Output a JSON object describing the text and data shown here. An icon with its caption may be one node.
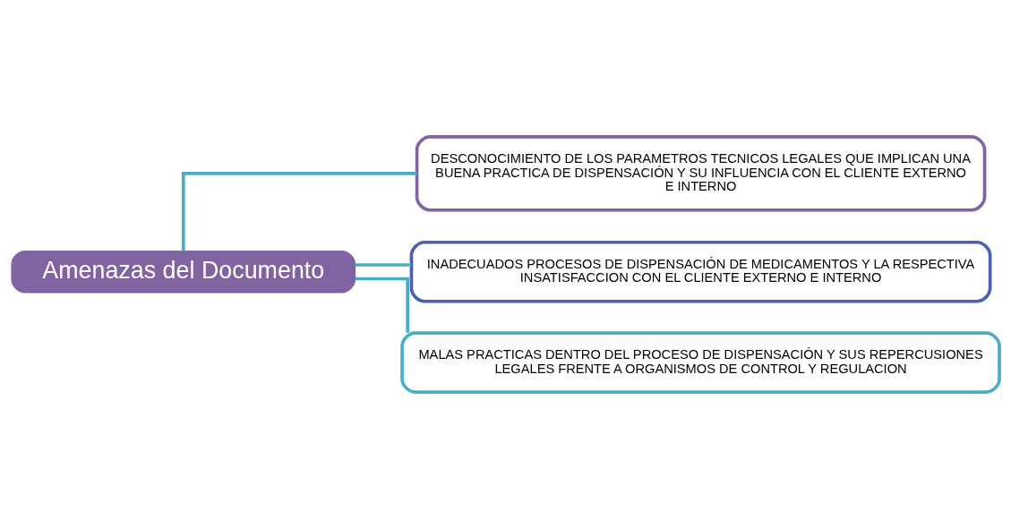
{
  "diagram": {
    "nodes": [
      {
        "text": [
          "Amenazas del Documento"
        ]
      },
      {
        "text": [
          "DESCONOCIMIENTO DE LOS PARAMETROS TECNICOS LEGALES QUE IMPLICAN UNA BUENA PRACTICA DE DISPENSACIÓN Y SU INFLUENCIA CON EL CLIENTE EXTERNO E INTERNO"
        ]
      },
      {
        "text": [
          "INADECUADOS PROCESOS DE DISPENSACIÓN DE MEDICAMENTOS Y LA RESPECTIVA INSATISFACCION CON EL CLIENTE EXTERNO E INTERNO"
        ]
      },
      {
        "text": [
          "MALAS PRACTICAS DENTRO DEL PROCESO DE DISPENSACIÓN Y SUS REPERCUSIONES LEGALES FRENTE A ORGANISMOS DE CONTROL Y REGULACION"
        ]
      }
    ],
    "edges": [
      {
        "from": 0,
        "to": 1,
        "arrow": "none"
      },
      {
        "from": 0,
        "to": 2,
        "arrow": "none"
      },
      {
        "from": 0,
        "to": 3,
        "arrow": "none"
      }
    ]
  }
}
